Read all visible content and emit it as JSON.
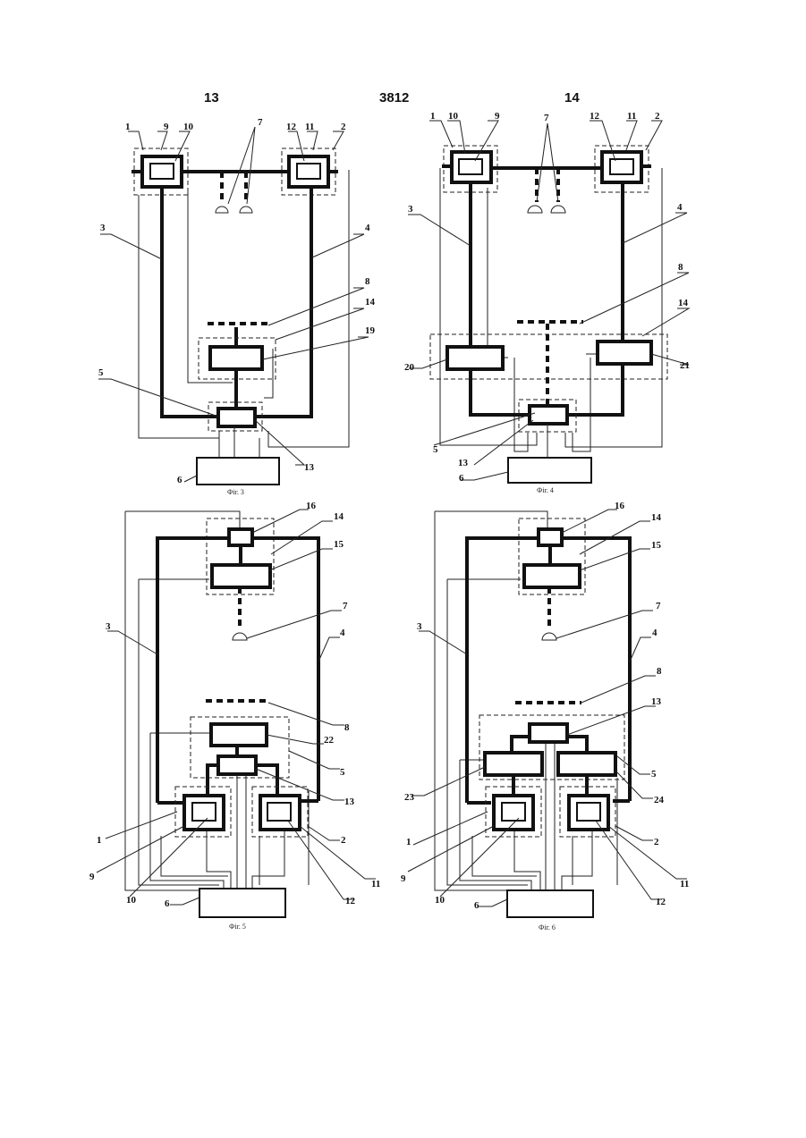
{
  "header": {
    "page_left": "13",
    "doc_number": "3812",
    "page_right": "14"
  },
  "figures": [
    {
      "caption": "Фіг. 3"
    },
    {
      "caption": "Фіг. 4"
    },
    {
      "caption": "Фіг. 5"
    },
    {
      "caption": "Фіг. 6"
    }
  ],
  "labels": [
    "1",
    "2",
    "3",
    "4",
    "5",
    "6",
    "7",
    "8",
    "9",
    "10",
    "11",
    "12",
    "13",
    "14",
    "15",
    "16",
    "19",
    "20",
    "21",
    "22",
    "23",
    "24"
  ]
}
